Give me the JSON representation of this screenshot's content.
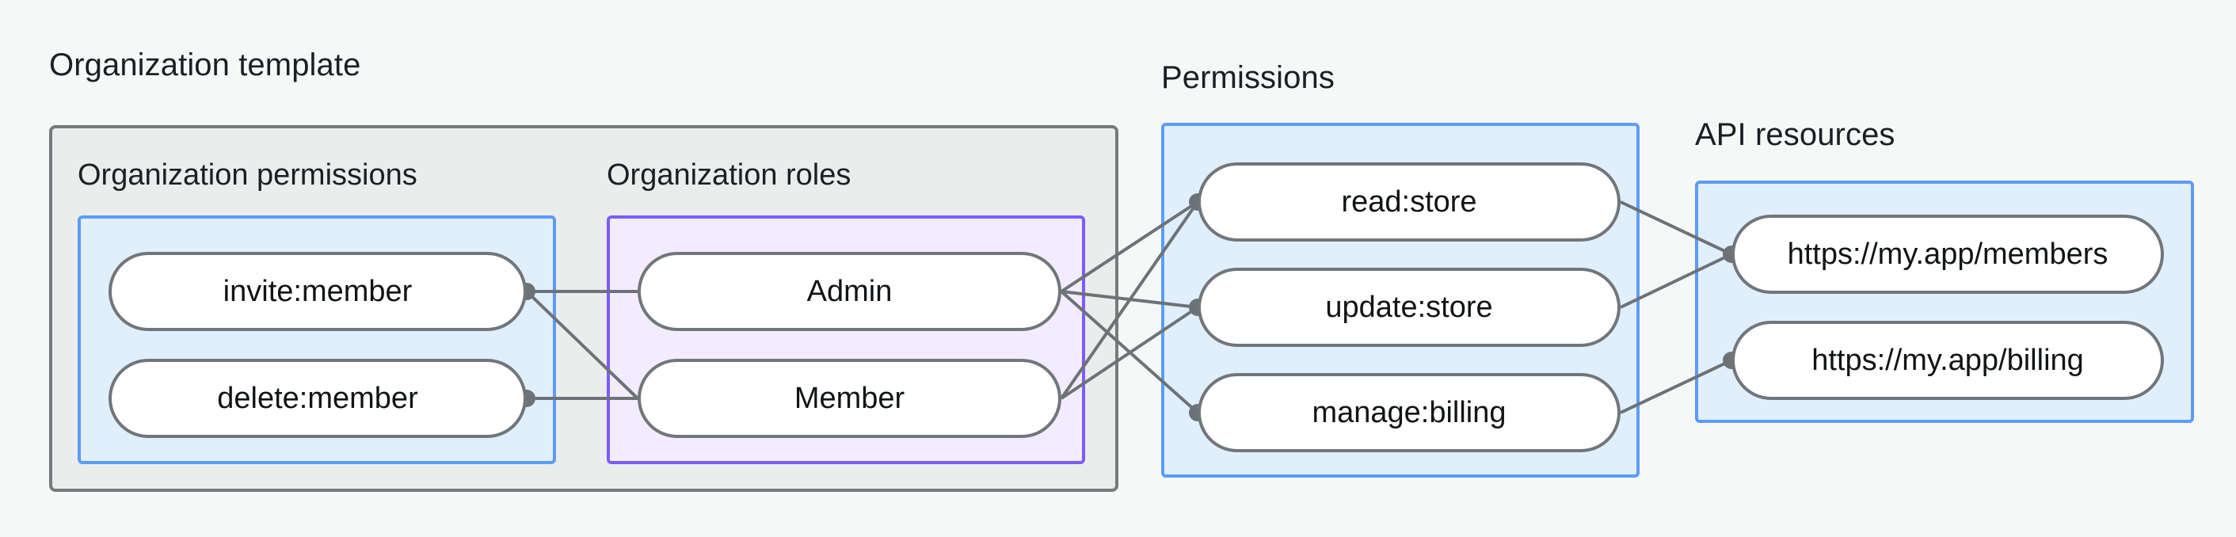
{
  "page": {
    "background_color": "#f6f8f8"
  },
  "palette": {
    "outer_group_border": "#757b7c",
    "outer_group_fill": "#ebedec",
    "blue_border": "#5b9cf8",
    "blue_fill": "#e1effd",
    "purple_border": "#7c5cfa",
    "purple_fill": "#f3ecfe",
    "node_border": "#70767a",
    "node_fill": "#ffffff",
    "edge_color": "#6d7276",
    "text_color": "#1b1f23"
  },
  "groups": {
    "organization_template": {
      "title": "Organization template",
      "subgroups": {
        "organization_permissions": {
          "title": "Organization permissions",
          "nodes": [
            {
              "id": "invite-member",
              "label": "invite:member"
            },
            {
              "id": "delete-member",
              "label": "delete:member"
            }
          ]
        },
        "organization_roles": {
          "title": "Organization roles",
          "nodes": [
            {
              "id": "admin",
              "label": "Admin"
            },
            {
              "id": "member",
              "label": "Member"
            }
          ]
        }
      }
    },
    "permissions": {
      "title": "Permissions",
      "nodes": [
        {
          "id": "read-store",
          "label": "read:store"
        },
        {
          "id": "update-store",
          "label": "update:store"
        },
        {
          "id": "manage-billing",
          "label": "manage:billing"
        }
      ]
    },
    "api_resources": {
      "title": "API resources",
      "nodes": [
        {
          "id": "members-url",
          "label": "https://my.app/members"
        },
        {
          "id": "billing-url",
          "label": "https://my.app/billing"
        }
      ]
    }
  },
  "edges": [
    {
      "from": "invite-member",
      "to": "admin"
    },
    {
      "from": "invite-member",
      "to": "member"
    },
    {
      "from": "delete-member",
      "to": "member"
    },
    {
      "from": "admin",
      "to": "read-store"
    },
    {
      "from": "admin",
      "to": "update-store"
    },
    {
      "from": "admin",
      "to": "manage-billing"
    },
    {
      "from": "member",
      "to": "read-store"
    },
    {
      "from": "member",
      "to": "update-store"
    },
    {
      "from": "read-store",
      "to": "members-url"
    },
    {
      "from": "update-store",
      "to": "members-url"
    },
    {
      "from": "manage-billing",
      "to": "billing-url"
    }
  ]
}
